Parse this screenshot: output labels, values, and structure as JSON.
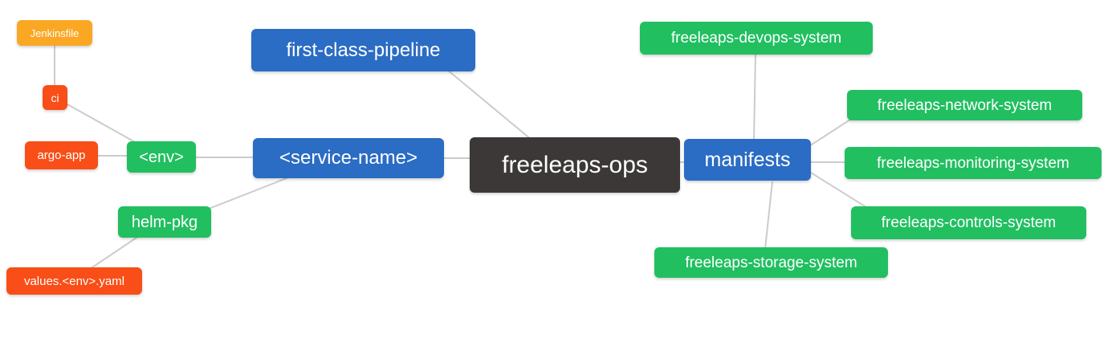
{
  "mindmap": {
    "root": {
      "label": "freeleaps-ops",
      "children": [
        {
          "label": "first-class-pipeline",
          "children": []
        },
        {
          "label": "<service-name>",
          "children": [
            {
              "label": "<env>",
              "children": [
                {
                  "label": "ci",
                  "children": [
                    {
                      "label": "Jenkinsfile",
                      "children": []
                    }
                  ]
                },
                {
                  "label": "argo-app",
                  "children": []
                }
              ]
            },
            {
              "label": "helm-pkg",
              "children": [
                {
                  "label": "values.<env>.yaml",
                  "children": []
                }
              ]
            }
          ]
        },
        {
          "label": "manifests",
          "children": [
            {
              "label": "freeleaps-devops-system",
              "children": []
            },
            {
              "label": "freeleaps-network-system",
              "children": []
            },
            {
              "label": "freeleaps-monitoring-system",
              "children": []
            },
            {
              "label": "freeleaps-controls-system",
              "children": []
            },
            {
              "label": "freeleaps-storage-system",
              "children": []
            }
          ]
        }
      ]
    },
    "palette": {
      "root_bg": "#3d3838",
      "level1_bg": "#2b6cc4",
      "level2_bg": "#21bf60",
      "level3_bg": "#f94e17",
      "level4_bg": "#faa823",
      "node_text": "#ffffff",
      "edge_line": "#cccccc",
      "background": "#ffffff"
    }
  }
}
